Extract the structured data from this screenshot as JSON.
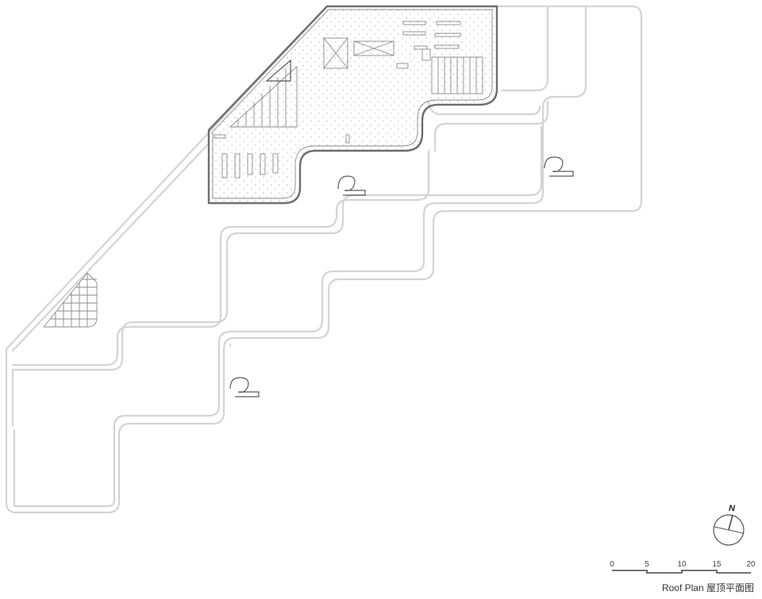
{
  "drawing": {
    "caption": "Roof Plan 屋顶平面图",
    "north_label": "N",
    "scale_labels": [
      "0",
      "5",
      "10",
      "15",
      "20"
    ]
  },
  "colors": {
    "track_line": "#d4d4d4",
    "roof_outline": "#6e6e6e",
    "hatch": "#8a8a8a",
    "text": "#333333"
  },
  "icons": {
    "north_arrow": "compass-north-icon",
    "ramp_coil": "spiral-ramp-icon"
  }
}
